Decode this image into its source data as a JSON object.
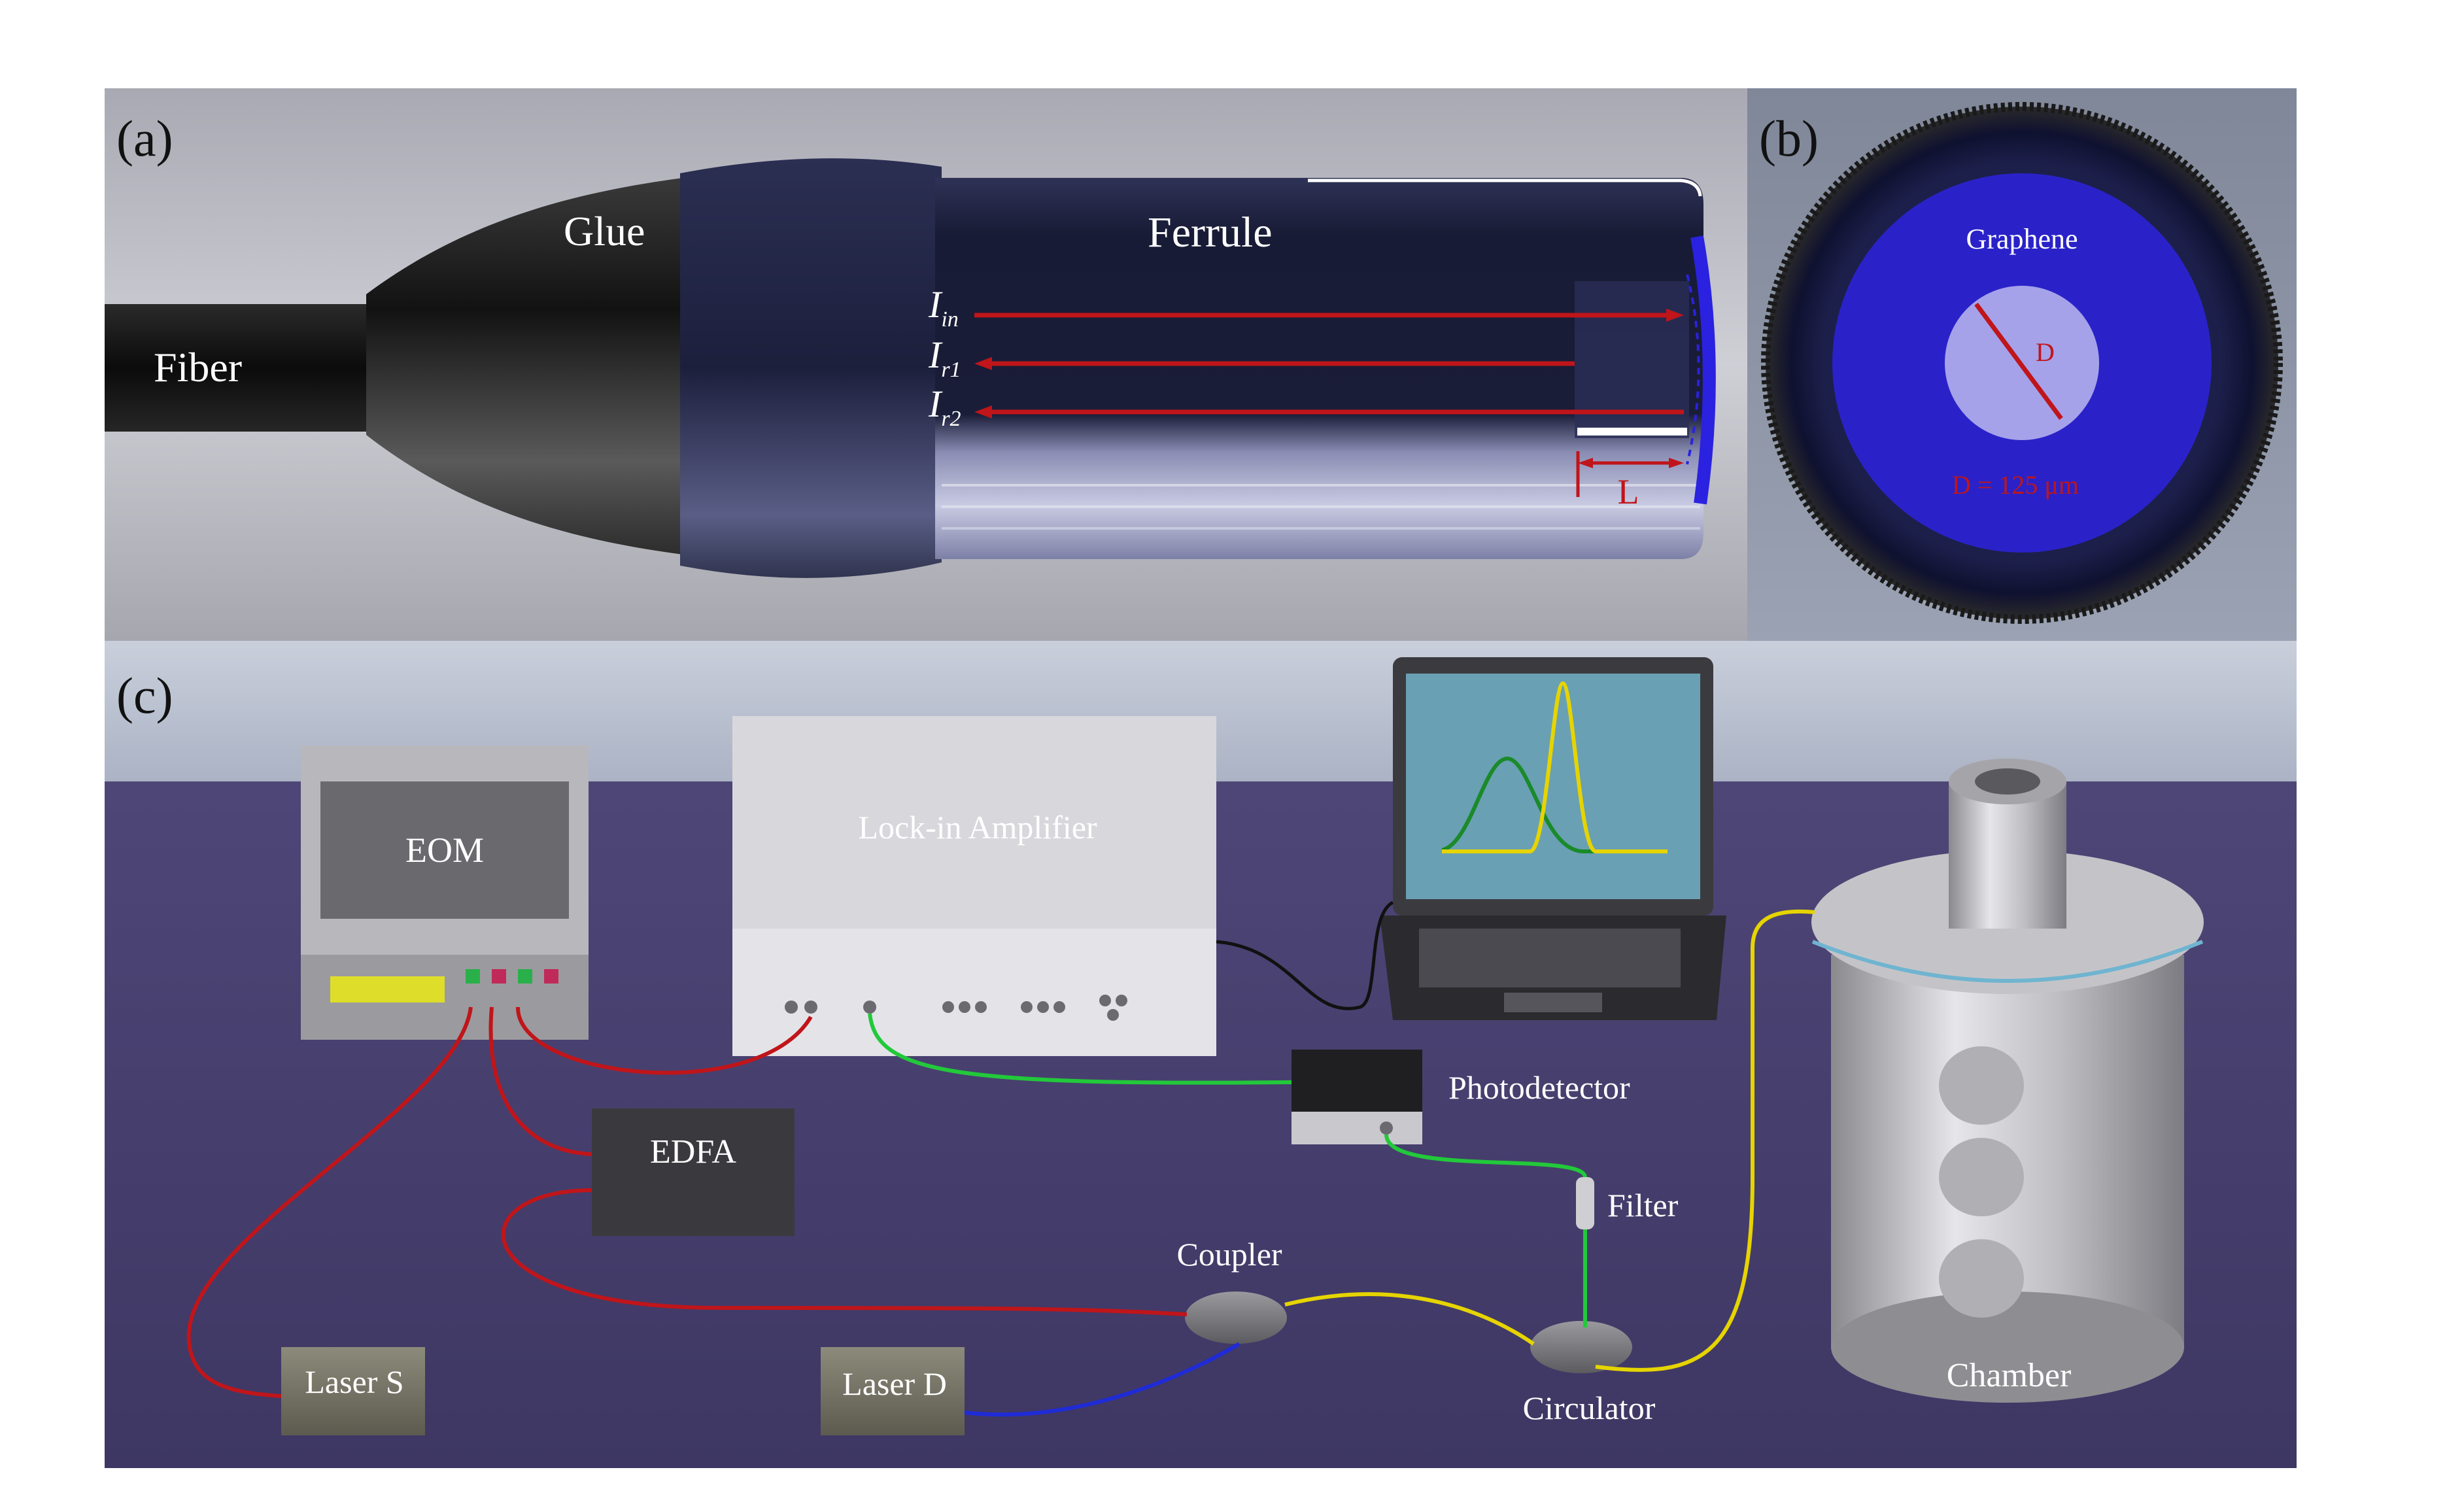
{
  "panels": {
    "a": {
      "tag": "(a)",
      "labels": {
        "fiber": "Fiber",
        "glue": "Glue",
        "ferrule": "Ferrule",
        "length": "L"
      },
      "beams": [
        {
          "symbol": "I",
          "sub": "in"
        },
        {
          "symbol": "I",
          "sub": "r1"
        },
        {
          "symbol": "I",
          "sub": "r2"
        }
      ]
    },
    "b": {
      "tag": "(b)",
      "labels": {
        "graphene": "Graphene",
        "diameter_symbol": "D",
        "diameter_value": "D = 125 μm"
      }
    },
    "c": {
      "tag": "(c)",
      "components": {
        "eom": "EOM",
        "lockin": "Lock-in Amplifier",
        "edfa": "EDFA",
        "photodetector": "Photodetector",
        "filter": "Filter",
        "coupler": "Coupler",
        "circulator": "Circulator",
        "chamber": "Chamber",
        "laser_s": "Laser S",
        "laser_d": "Laser D"
      }
    }
  },
  "colors": {
    "red_fiber": "#c0151a",
    "green_fiber": "#22c93a",
    "yellow_fiber": "#f2e200",
    "blue_fiber": "#1f2bd6",
    "graphene_blue": "#2a22c8",
    "table_purple": "#4a4270"
  }
}
